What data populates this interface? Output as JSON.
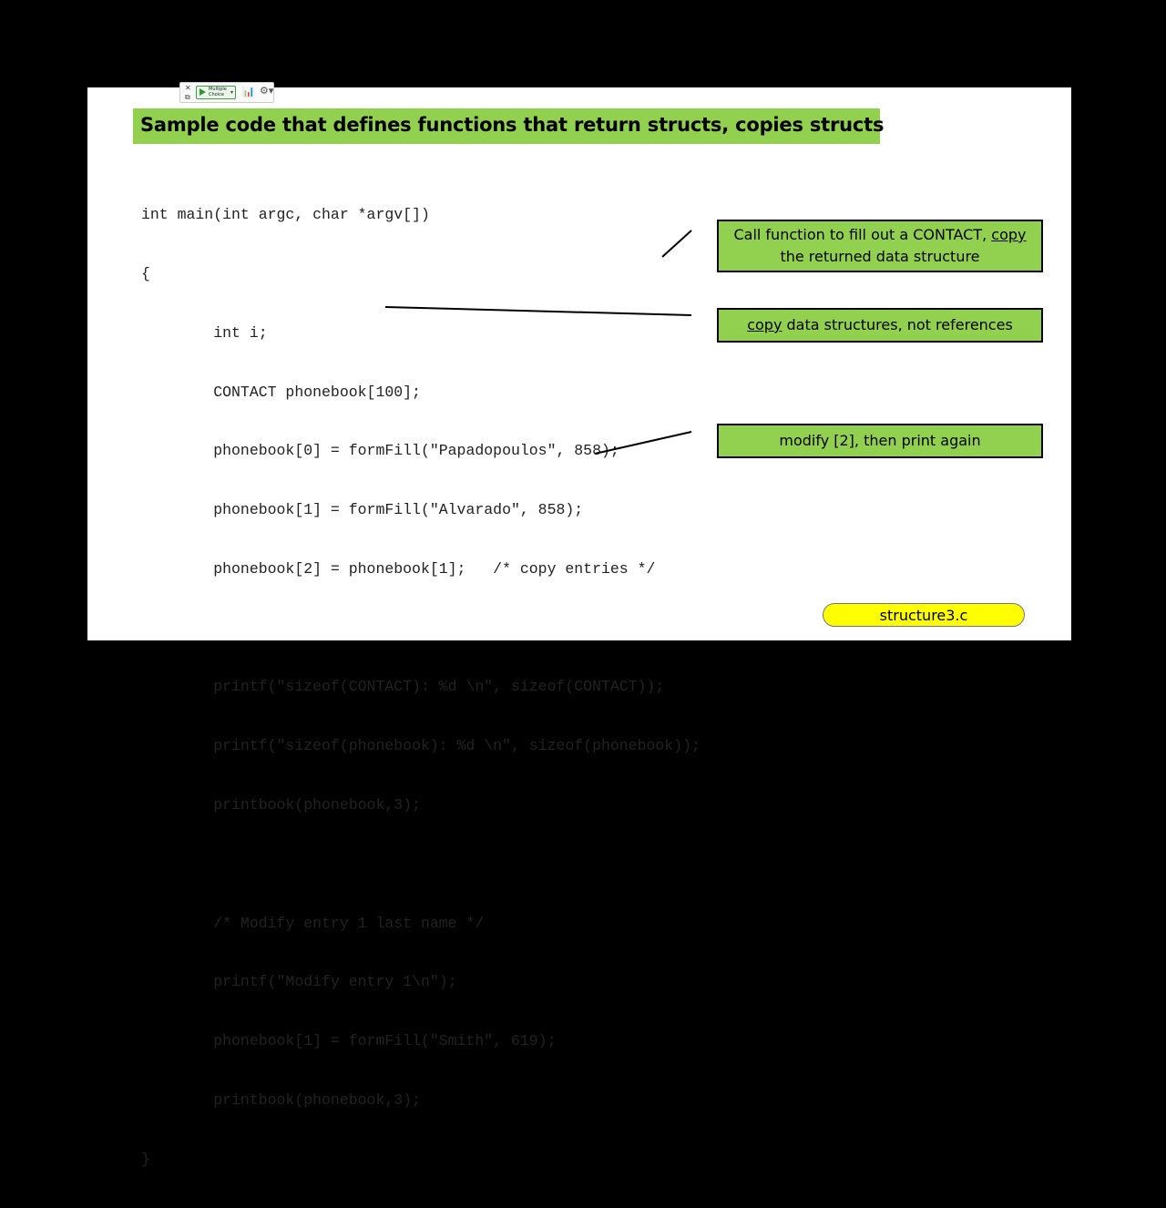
{
  "slide": {
    "title": "Sample code that defines functions that return structs, copies structs",
    "code_lines": [
      "int main(int argc, char *argv[])",
      "{",
      "        int i;",
      "        CONTACT phonebook[100];",
      "        phonebook[0] = formFill(\"Papadopoulos\", 858);",
      "        phonebook[1] = formFill(\"Alvarado\", 858);",
      "        phonebook[2] = phonebook[1];   /* copy entries */",
      "",
      "        printf(\"sizeof(CONTACT): %d \\n\", sizeof(CONTACT));",
      "        printf(\"sizeof(phonebook): %d \\n\", sizeof(phonebook));",
      "        printbook(phonebook,3);",
      "",
      "        /* Modify entry 1 last name */",
      "        printf(\"Modify entry 1\\n\");",
      "        phonebook[1] = formFill(\"Smith\", 619);",
      "        printbook(phonebook,3);",
      "}"
    ],
    "callouts": {
      "fill_contact": {
        "line1_prefix": "Call function to fill out a CONTACT, ",
        "line1_underlined": "copy",
        "line2": "the returned data structure"
      },
      "copy_structures": {
        "underlined": "copy",
        "rest": " data structures, not references"
      },
      "modify_entry": {
        "text": "modify [2], then print again"
      }
    },
    "filename": "structure3.c",
    "colors": {
      "callout_green": "#92d050",
      "filename_yellow": "#ffff00",
      "background": "#000000",
      "slide_background": "#ffffff"
    }
  },
  "toolbar": {
    "close_glyph": "✕",
    "pin_glyph": "⧉",
    "poll_label": "Multiple\nChoice",
    "caret_glyph": "▾",
    "chart_glyph": "📊",
    "gear_glyph": "⚙▾"
  }
}
